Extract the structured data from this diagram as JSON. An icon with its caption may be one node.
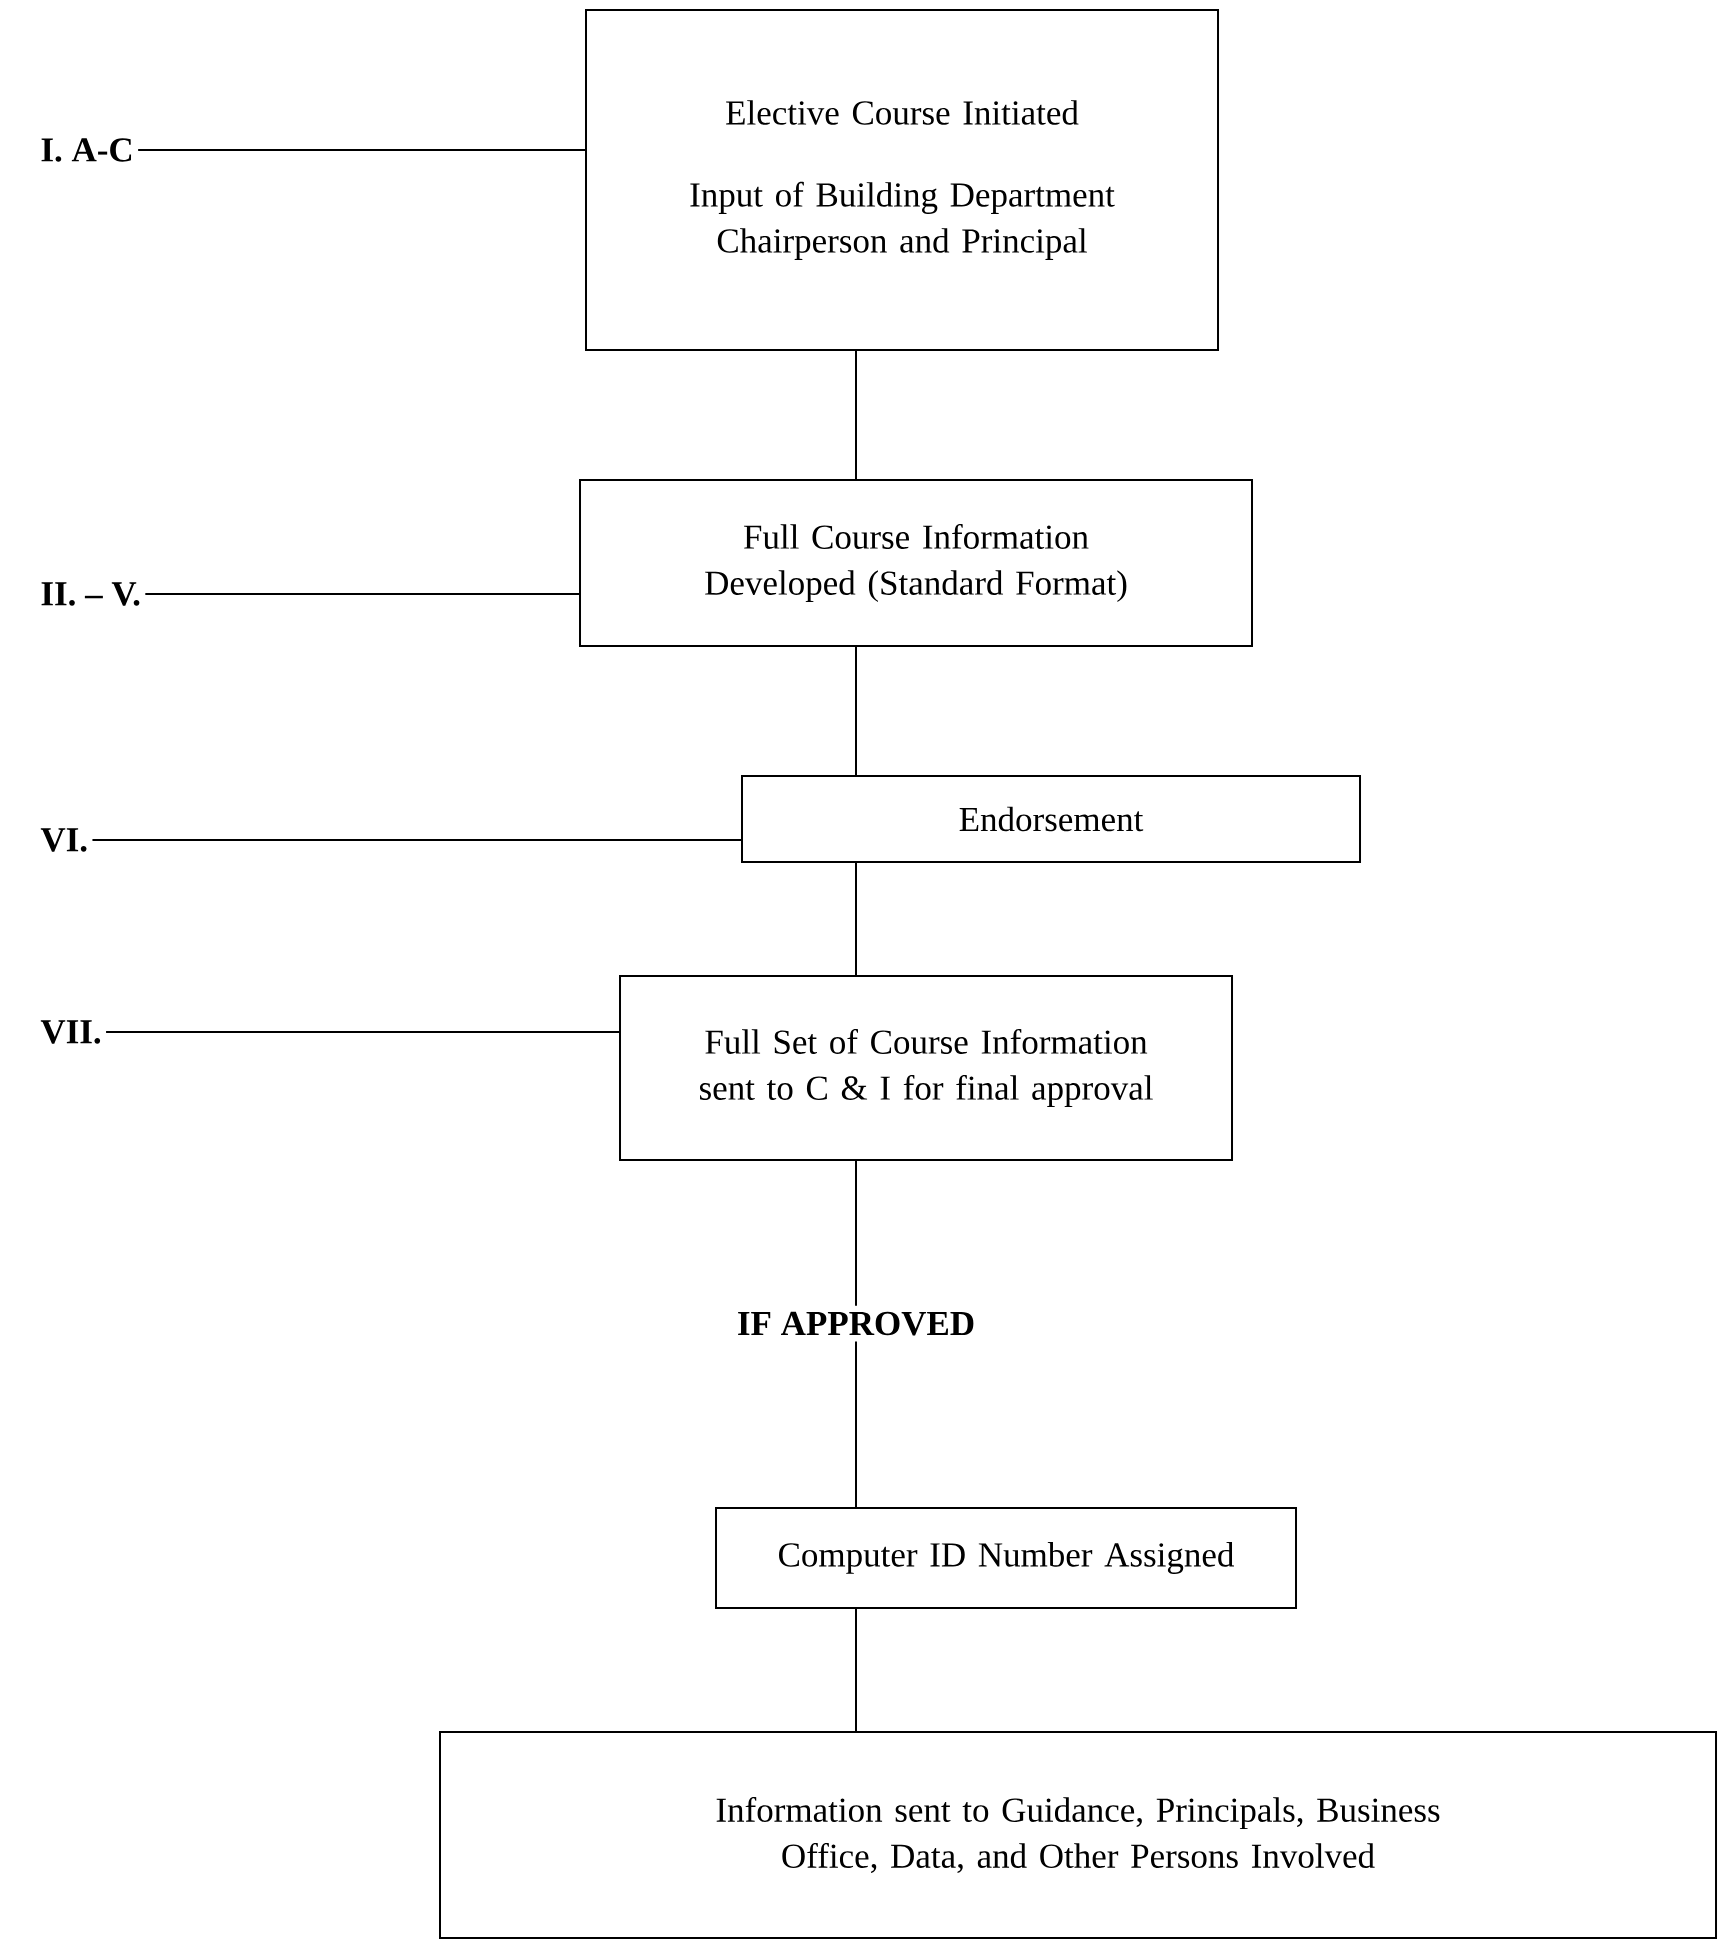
{
  "diagram": {
    "nodes": [
      {
        "text": [
          "Elective Course Initiated",
          "Input of Building Department Chairperson and Principal"
        ]
      },
      {
        "text": [
          "Full Course Information Developed (Standard Format)"
        ]
      },
      {
        "text": [
          "Endorsement"
        ]
      },
      {
        "text": [
          "Full Set of Course Information sent to C & I for final approval"
        ]
      },
      {
        "text": [
          "Computer ID Number Assigned"
        ]
      },
      {
        "text": [
          "Information sent to Guidance, Principals, Business Office, Data, and Other Persons Involved"
        ]
      },
      {
        "text": [
          "I.  A-C"
        ]
      },
      {
        "text": [
          "II. – V."
        ]
      },
      {
        "text": [
          "VI."
        ]
      },
      {
        "text": [
          "VII."
        ]
      }
    ],
    "edges": [
      {
        "from": 0,
        "to": 1,
        "arrow": "none"
      },
      {
        "from": 1,
        "to": 2,
        "arrow": "none"
      },
      {
        "from": 2,
        "to": 3,
        "arrow": "none"
      },
      {
        "from": 3,
        "to": 4,
        "arrow": "none",
        "label": "IF APPROVED"
      },
      {
        "from": 4,
        "to": 5,
        "arrow": "none"
      },
      {
        "from": 6,
        "to": 0,
        "arrow": "none"
      },
      {
        "from": 7,
        "to": 1,
        "arrow": "none"
      },
      {
        "from": 8,
        "to": 2,
        "arrow": "none"
      },
      {
        "from": 9,
        "to": 3,
        "arrow": "none"
      }
    ]
  }
}
